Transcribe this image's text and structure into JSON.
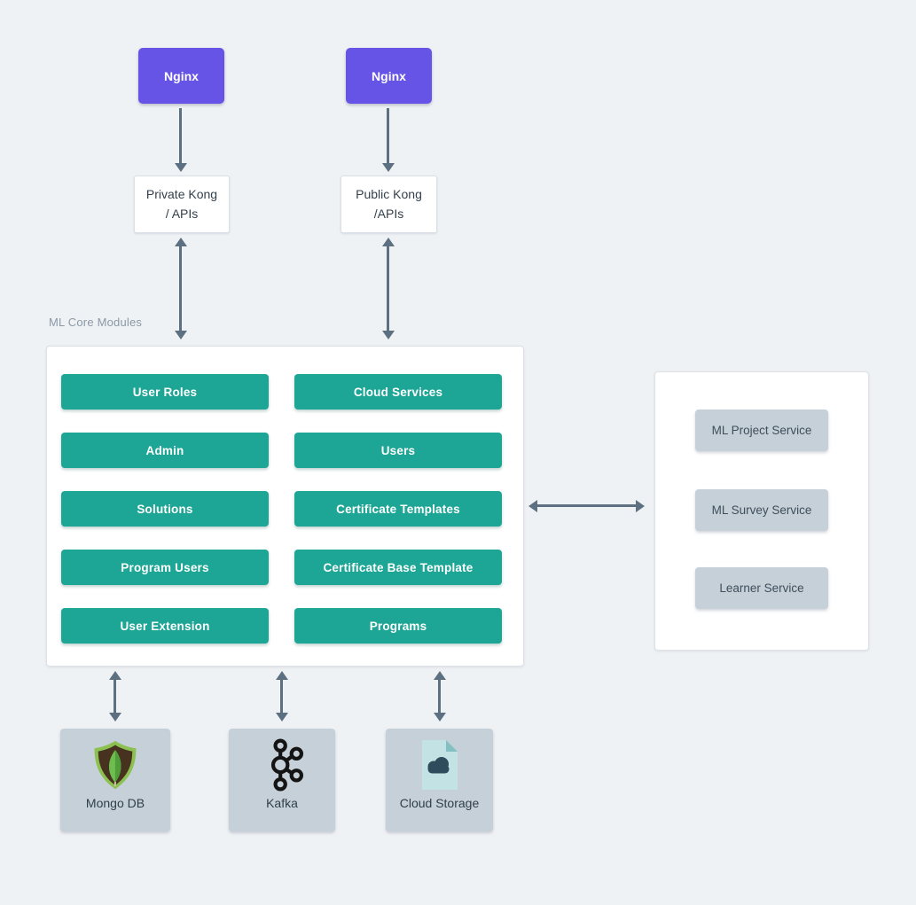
{
  "diagram": {
    "background": "#eff2f5",
    "colors": {
      "gateway_purple": "#6554e5",
      "module_teal": "#1da595",
      "arrow_gray": "#5d7081",
      "service_gray": "#c6d0d9",
      "container_border": "#dbe1e7"
    },
    "gateways": {
      "nginx_private": "Nginx",
      "nginx_public": "Nginx",
      "kong_private": {
        "line1": "Private Kong",
        "line2": "/ APIs"
      },
      "kong_public": {
        "line1": "Public Kong",
        "line2": "/APIs"
      }
    },
    "core": {
      "label": "ML Core Modules",
      "left_modules": [
        "User Roles",
        "Admin",
        "Solutions",
        "Program Users",
        "User Extension"
      ],
      "right_modules": [
        "Cloud Services",
        "Users",
        "Certificate Templates",
        "Certificate Base Template",
        "Programs"
      ]
    },
    "services": [
      "ML Project Service",
      "ML Survey Service",
      "Learner Service"
    ],
    "datastores": [
      {
        "label": "Mongo DB",
        "icon": "mongodb-icon"
      },
      {
        "label": "Kafka",
        "icon": "kafka-icon"
      },
      {
        "label": "Cloud Storage",
        "icon": "cloud-storage-icon"
      }
    ]
  }
}
